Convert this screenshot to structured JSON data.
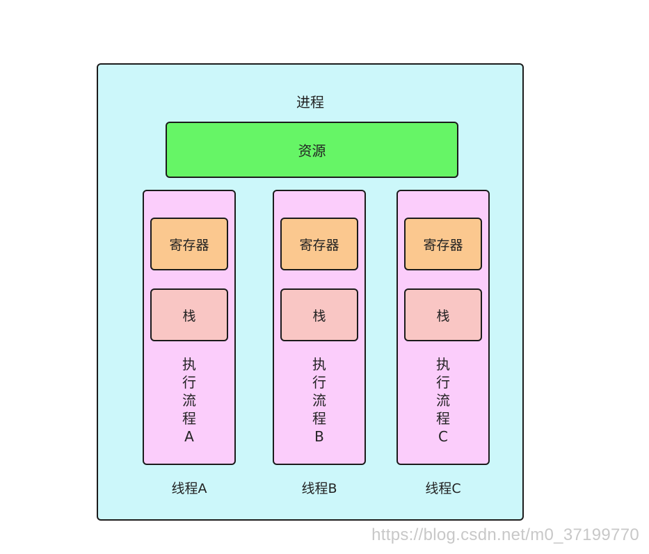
{
  "diagram": {
    "process_label": "进程",
    "resource_label": "资源",
    "threads": [
      {
        "register_label": "寄存器",
        "stack_label": "栈",
        "flow_chars": [
          "执",
          "行",
          "流",
          "程",
          "A"
        ],
        "label": "线程A"
      },
      {
        "register_label": "寄存器",
        "stack_label": "栈",
        "flow_chars": [
          "执",
          "行",
          "流",
          "程",
          "B"
        ],
        "label": "线程B"
      },
      {
        "register_label": "寄存器",
        "stack_label": "栈",
        "flow_chars": [
          "执",
          "行",
          "流",
          "程",
          "C"
        ],
        "label": "线程C"
      }
    ]
  },
  "watermark": "https://blog.csdn.net/m0_37199770",
  "colors": {
    "process_fill": "#ccf7fa",
    "resource_fill": "#66f566",
    "thread_fill": "#fbcdfb",
    "register_fill": "#fbc88f",
    "stack_fill": "#f9c6c4",
    "border": "#1b1b1b"
  }
}
